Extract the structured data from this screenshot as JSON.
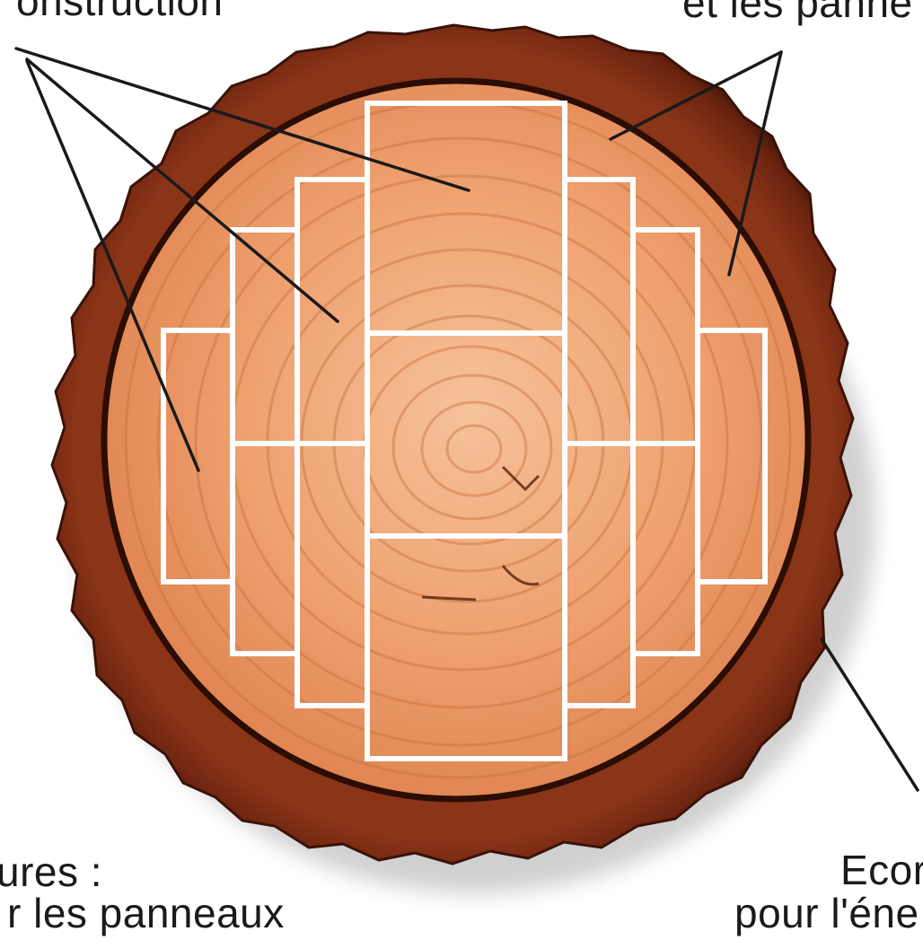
{
  "labels": {
    "top_left": "onstruction",
    "top_right": "et les panne",
    "bottom_left_line1": "ures :",
    "bottom_left_line2": "r les panneaux",
    "bottom_right_line1": "Ecor",
    "bottom_right_line2": "pour l'éne"
  },
  "colors": {
    "wood_light": "#f0a878",
    "wood_mid": "#e48a55",
    "wood_dark": "#c9683a",
    "bark": "#6e2a12",
    "bark_edge": "#3a1206",
    "cut_line": "#ffffff",
    "pointer": "#1a1a1a"
  }
}
